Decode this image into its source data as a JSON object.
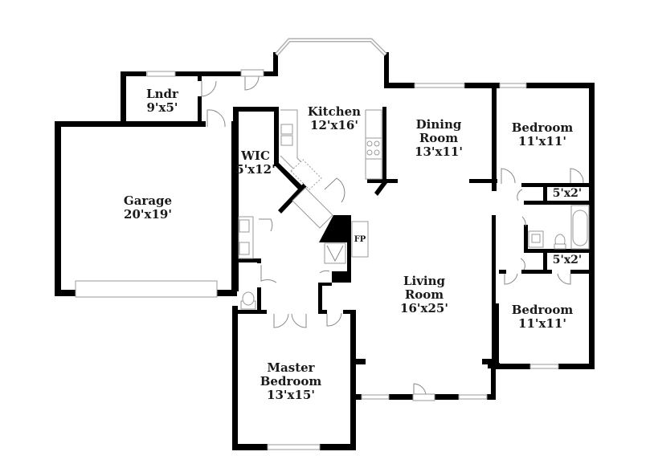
{
  "floor_plan": {
    "rooms": [
      {
        "id": "laundry",
        "name": "Lndr",
        "size": "9'x5'"
      },
      {
        "id": "kitchen",
        "name": "Kitchen",
        "size": "12'x16'"
      },
      {
        "id": "dining",
        "name_line1": "Dining",
        "name_line2": "Room",
        "size": "13'x11'"
      },
      {
        "id": "bedroom2",
        "name": "Bedroom",
        "size": "11'x11'"
      },
      {
        "id": "wic",
        "name": "WIC",
        "size": "5'x12'"
      },
      {
        "id": "garage",
        "name": "Garage",
        "size": "20'x19'"
      },
      {
        "id": "closet_top",
        "size": "5'x2'"
      },
      {
        "id": "closet_bottom",
        "size": "5'x2'"
      },
      {
        "id": "living",
        "name_line1": "Living",
        "name_line2": "Room",
        "size": "16'x25'"
      },
      {
        "id": "bedroom3",
        "name": "Bedroom",
        "size": "11'x11'"
      },
      {
        "id": "master",
        "name_line1": "Master",
        "name_line2": "Bedroom",
        "size": "13'x15'"
      }
    ],
    "fireplace_label": "FP",
    "colors": {
      "wall": "#000000",
      "fixture": "#9a9a9a",
      "background": "#ffffff"
    }
  }
}
